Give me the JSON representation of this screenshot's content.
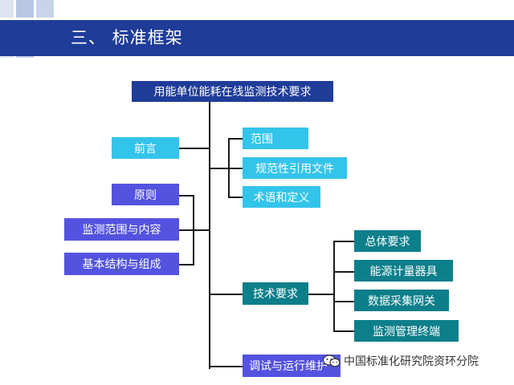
{
  "slide": {
    "title": "三、 标准框架"
  },
  "diagram": {
    "root": "用能单位能耗在线监测技术要求",
    "left": {
      "preface": "前言",
      "principle": "原则",
      "scope_content": "监测范围与内容",
      "structure": "基本结构与组成"
    },
    "right": {
      "scope": "范围",
      "normative_refs": "规范性引用文件",
      "terms": "术语和定义",
      "tech_req": "技术要求",
      "debug_run": "调试与运行维护"
    },
    "tech_children": {
      "general": "总体要求",
      "energy_meter": "能源计量器具",
      "data_gateway": "数据采集网关",
      "terminal": "监测管理终端"
    }
  },
  "watermark": {
    "text": "中国标准化研究院资环分院",
    "icon": "wechat-icon"
  },
  "colors": {
    "header": "#1f3c99",
    "cyan": "#33c4eb",
    "purple": "#5353e0",
    "teal": "#0d7f8a"
  }
}
